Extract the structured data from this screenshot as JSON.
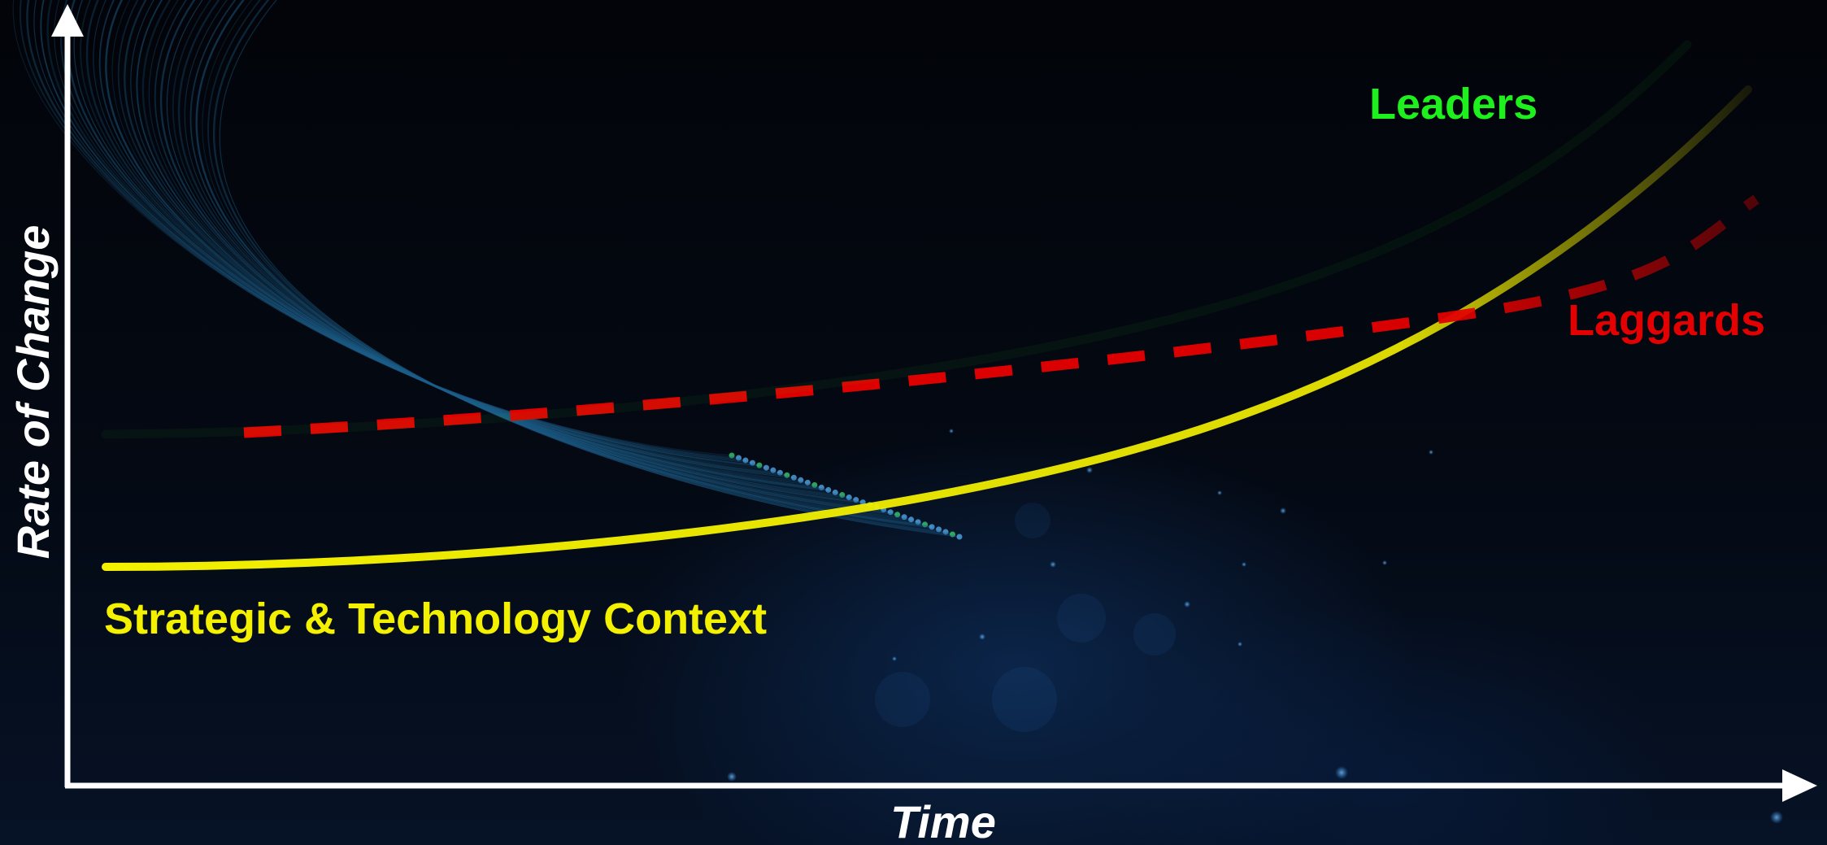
{
  "axes": {
    "y_label": "Rate of Change",
    "x_label": "Time",
    "color": "#ffffff"
  },
  "curves": {
    "leaders": {
      "label": "Leaders",
      "color": "#1ef01e",
      "style": "solid"
    },
    "laggards": {
      "label": "Laggards",
      "color": "#e20000",
      "style": "dashed"
    },
    "context": {
      "label": "Strategic & Technology Context",
      "color": "#f3f000",
      "style": "solid"
    }
  },
  "background": {
    "fiber_color": "#1d5f8a",
    "bokeh_color": "#3aa0ff"
  }
}
